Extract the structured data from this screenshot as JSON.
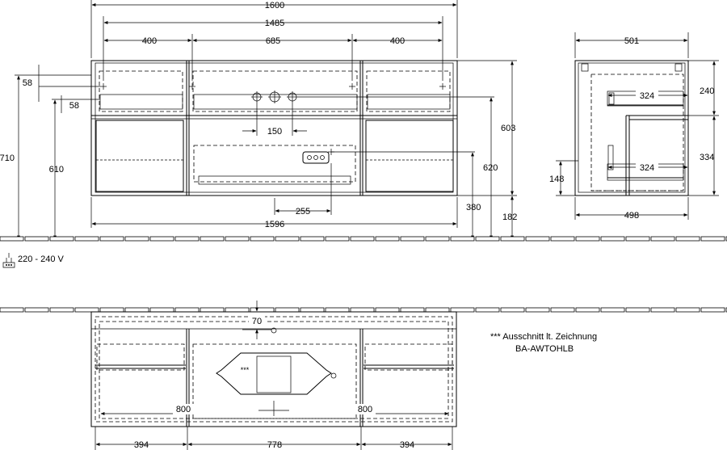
{
  "front_view": {
    "width_total": "1600",
    "inner_width": "1485",
    "spacing_left": "400",
    "spacing_center": "685",
    "spacing_right": "400",
    "height_58_a": "58",
    "height_58_b": "58",
    "height_710": "710",
    "height_610": "610",
    "spacing_150": "150",
    "height_603": "603",
    "height_620": "620",
    "spacing_255": "255",
    "height_380": "380",
    "height_182": "182",
    "width_1596": "1596"
  },
  "side_view": {
    "depth_top": "501",
    "depth_324_a": "324",
    "depth_324_b": "324",
    "height_240": "240",
    "height_334": "334",
    "height_148": "148",
    "depth_bottom": "498"
  },
  "electrical": {
    "icon": "power-socket-icon",
    "voltage": "220 - 240 V"
  },
  "top_view": {
    "depth_70": "70",
    "marker": "***",
    "spacing_800_a": "800",
    "spacing_800_b": "800",
    "width_left": "394",
    "width_center": "778",
    "width_right": "394"
  },
  "notes": {
    "cutout_line1": "*** Ausschnitt lt. Zeichnung",
    "cutout_line2": "BA-AWTOHLB"
  }
}
